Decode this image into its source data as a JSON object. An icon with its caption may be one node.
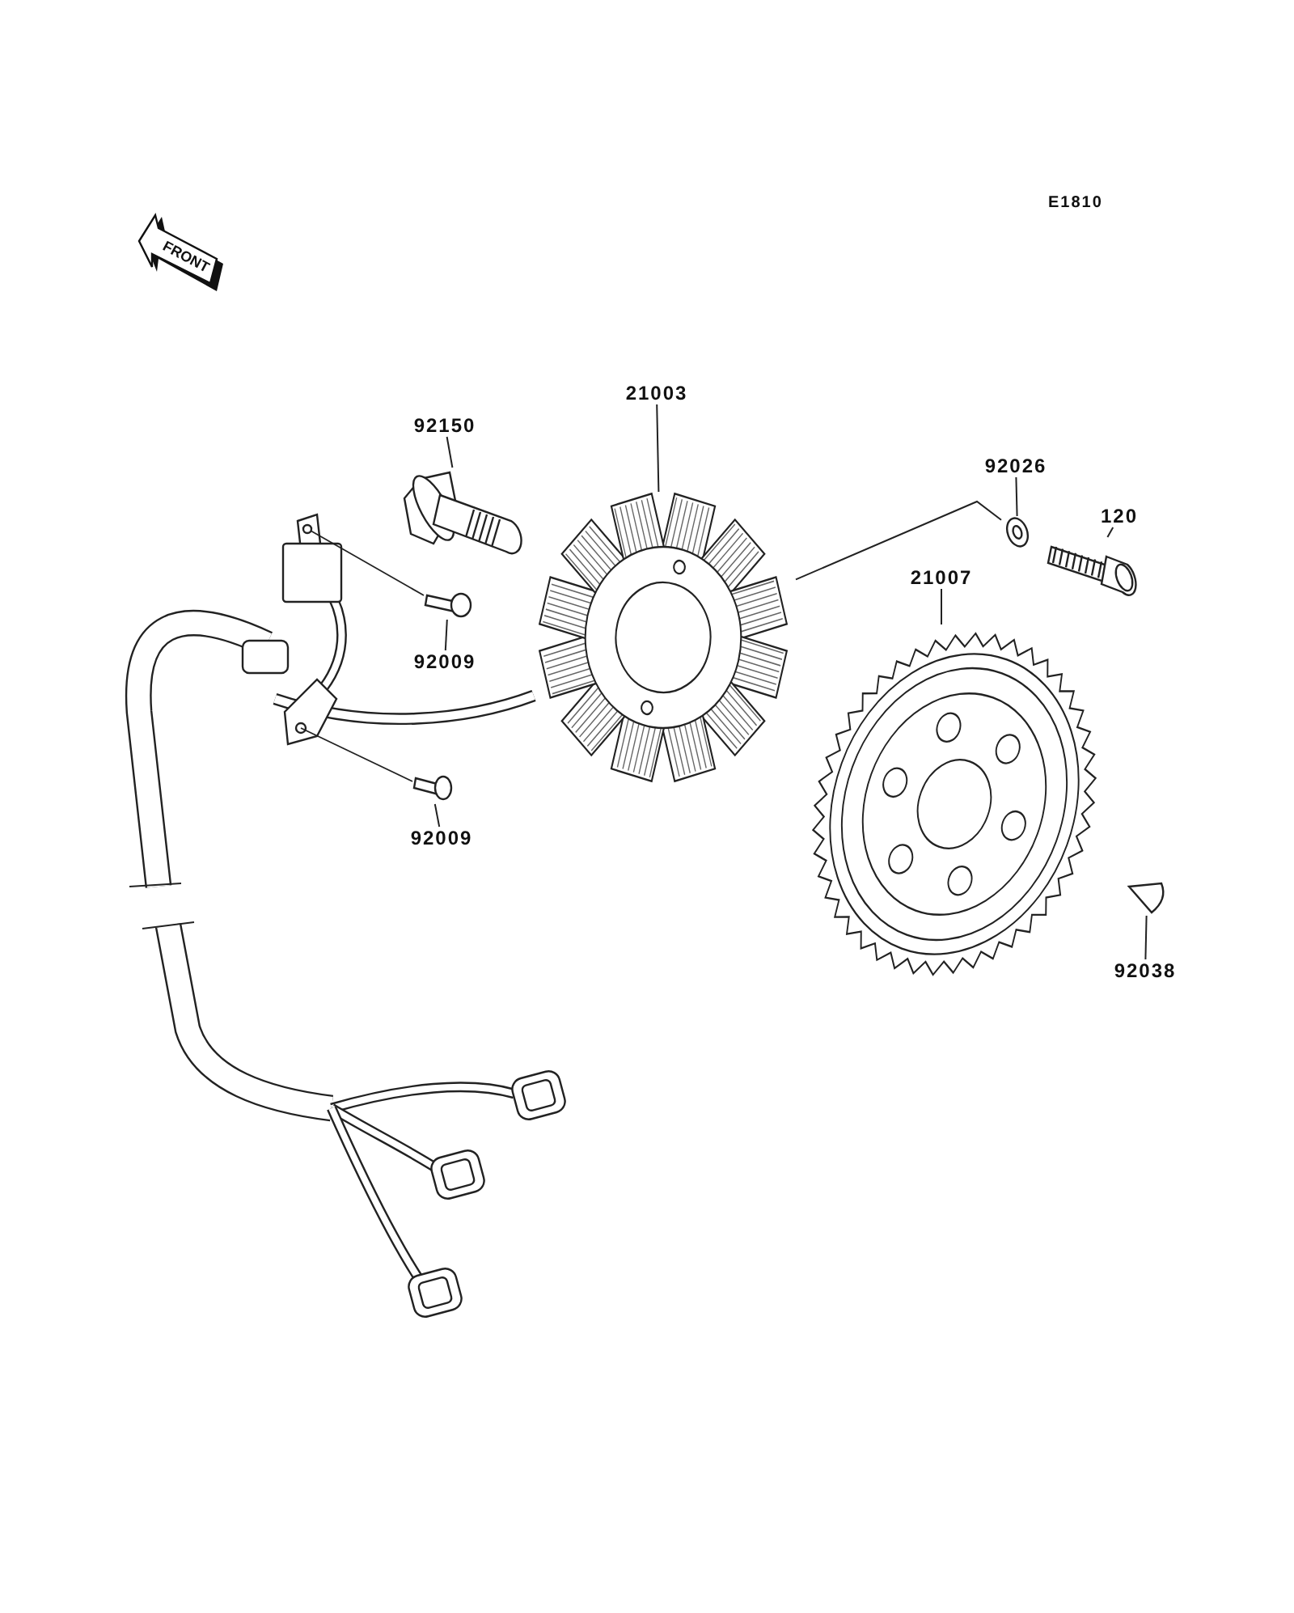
{
  "diagram": {
    "nodes": [
      {
        "text": [
          "92150"
        ]
      },
      {
        "text": [],
        "shape": "picture"
      },
      {
        "text": [
          "21003"
        ]
      },
      {
        "text": [],
        "shape": "picture"
      },
      {
        "text": [
          "92026"
        ]
      },
      {
        "text": [],
        "shape": "picture"
      },
      {
        "text": [
          "120"
        ]
      },
      {
        "text": [],
        "shape": "picture"
      },
      {
        "text": [
          "21007"
        ]
      },
      {
        "text": [],
        "shape": "picture"
      },
      {
        "text": [
          "92009"
        ]
      },
      {
        "text": [],
        "shape": "picture"
      },
      {
        "text": [
          "92009"
        ]
      },
      {
        "text": [],
        "shape": "picture"
      },
      {
        "text": [
          "92038"
        ]
      },
      {
        "text": [],
        "shape": "picture"
      }
    ],
    "edges": [
      {
        "from": 0,
        "to": 1,
        "arrow": "none"
      },
      {
        "from": 2,
        "to": 3,
        "arrow": "none"
      },
      {
        "from": 4,
        "to": 5,
        "arrow": "none"
      },
      {
        "from": 6,
        "to": 7,
        "arrow": "none"
      },
      {
        "from": 8,
        "to": 9,
        "arrow": "none"
      },
      {
        "from": 10,
        "to": 11,
        "arrow": "none"
      },
      {
        "from": 12,
        "to": 13,
        "arrow": "none"
      },
      {
        "from": 14,
        "to": 15,
        "arrow": "none"
      },
      {
        "from": 5,
        "to": 3,
        "arrow": "none"
      }
    ],
    "labels": [
      "E1810",
      "FRONT"
    ]
  }
}
